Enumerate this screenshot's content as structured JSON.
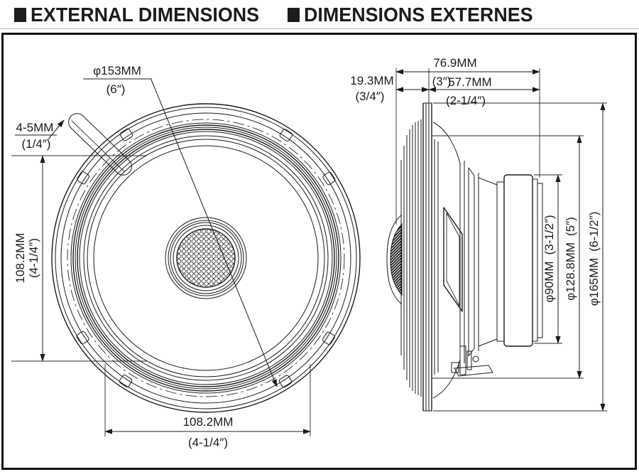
{
  "header": {
    "title_en": "EXTERNAL DIMENSIONS",
    "title_fr": "DIMENSIONS EXTERNES"
  },
  "front_view": {
    "labels": {
      "overall_diameter_mm": "φ153MM",
      "overall_diameter_in": "(6″)",
      "clamp_thickness_mm": "4-5MM",
      "clamp_thickness_in": "(1/4″)",
      "mounting_height_mm": "108.2MM",
      "mounting_height_in": "(4-1/4″)",
      "mounting_width_mm": "108.2MM",
      "mounting_width_in": "(4-1/4″)"
    }
  },
  "side_view": {
    "labels": {
      "total_depth_mm": "76.9MM",
      "total_depth_in": "(3″)",
      "front_protrusion_mm": "19.3MM",
      "front_protrusion_in": "(3/4″)",
      "mounting_depth_mm": "57.7MM",
      "mounting_depth_in": "(2-1/4″)",
      "magnet_diameter_mm": "φ90MM",
      "magnet_diameter_in": "(3-1/2″)",
      "frame_diameter_mm": "φ128.8MM",
      "frame_diameter_in": "(5″)",
      "overall_diameter_mm": "φ165MM",
      "overall_diameter_in": "(6-1/2″)"
    }
  }
}
